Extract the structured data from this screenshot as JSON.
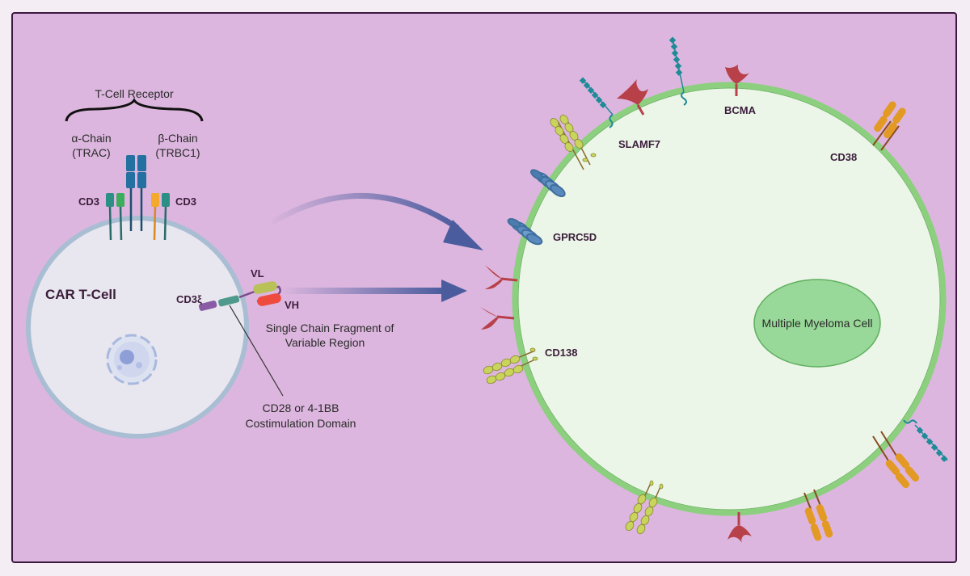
{
  "labels": {
    "tcr": "T-Cell Receptor",
    "alpha_chain": "α-Chain",
    "alpha_gene": "(TRAC)",
    "beta_chain": "β-Chain",
    "beta_gene": "(TRBC1)",
    "cd3_left": "CD3",
    "cd3_right": "CD3",
    "car_t_cell": "CAR T-Cell",
    "cd3_zeta": "CD3ξ",
    "vl": "VL",
    "vh": "VH",
    "scfv_line1": "Single Chain Fragment of",
    "scfv_line2": "Variable Region",
    "costim_line1": "CD28 or 4-1BB",
    "costim_line2": "Costimulation Domain",
    "slamf7": "SLAMF7",
    "bcma": "BCMA",
    "cd38": "CD38",
    "gprc5d": "GPRC5D",
    "cd138": "CD138",
    "myeloma": "Multiple Myeloma Cell"
  },
  "colors": {
    "background": "#dcb6de",
    "frame": "#3d1840",
    "tcell_fill": "#e8e6ee",
    "tcell_border": "#9cb4cc",
    "myeloma_fill": "#ecf6e8",
    "myeloma_border": "#8ccf7e",
    "nucleus_fill": "#98d898",
    "arrow": "#4b5c9e",
    "bcma": "#b84048",
    "teal": "#1f8a98",
    "cd38": "#e39a24",
    "cd138": "#c9d45c",
    "gprc5d": "#4a7cae"
  }
}
